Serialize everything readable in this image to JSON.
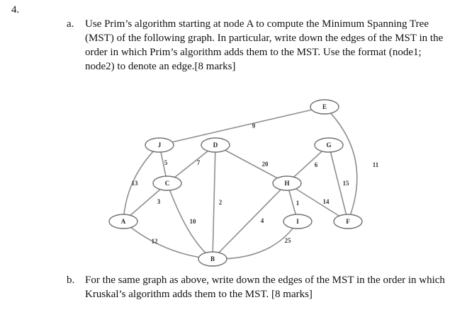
{
  "question_number": "4.",
  "part_a": {
    "label": "a.",
    "text": "Use Prim’s algorithm starting at node A to compute the Minimum Spanning Tree (MST) of the following graph. In particular, write down the edges of the MST in the order in which Prim’s algorithm adds them to the MST. Use the format (node1; node2) to denote an edge.[8 marks]"
  },
  "part_b": {
    "label": "b.",
    "text": "For the same graph as above, write down the edges of the MST in the order in which Kruskal’s algorithm adds them to the MST. [8 marks]"
  },
  "graph": {
    "nodes": [
      "A",
      "B",
      "C",
      "D",
      "E",
      "F",
      "G",
      "H",
      "I",
      "J"
    ],
    "edges": [
      {
        "from": "J",
        "to": "E",
        "weight": "9"
      },
      {
        "from": "J",
        "to": "C",
        "weight": "5"
      },
      {
        "from": "J",
        "to": "A",
        "weight": "13"
      },
      {
        "from": "D",
        "to": "C",
        "weight": "7"
      },
      {
        "from": "D",
        "to": "B",
        "weight": "2"
      },
      {
        "from": "D",
        "to": "H",
        "weight": "20"
      },
      {
        "from": "C",
        "to": "A",
        "weight": "3"
      },
      {
        "from": "C",
        "to": "B",
        "weight": "10"
      },
      {
        "from": "A",
        "to": "B",
        "weight": "12"
      },
      {
        "from": "H",
        "to": "B",
        "weight": "4"
      },
      {
        "from": "H",
        "to": "I",
        "weight": "1"
      },
      {
        "from": "H",
        "to": "F",
        "weight": "14"
      },
      {
        "from": "H",
        "to": "G",
        "weight": "6"
      },
      {
        "from": "G",
        "to": "F",
        "weight": "15"
      },
      {
        "from": "E",
        "to": "F",
        "weight": "11"
      },
      {
        "from": "I",
        "to": "B",
        "weight": "25"
      }
    ]
  }
}
